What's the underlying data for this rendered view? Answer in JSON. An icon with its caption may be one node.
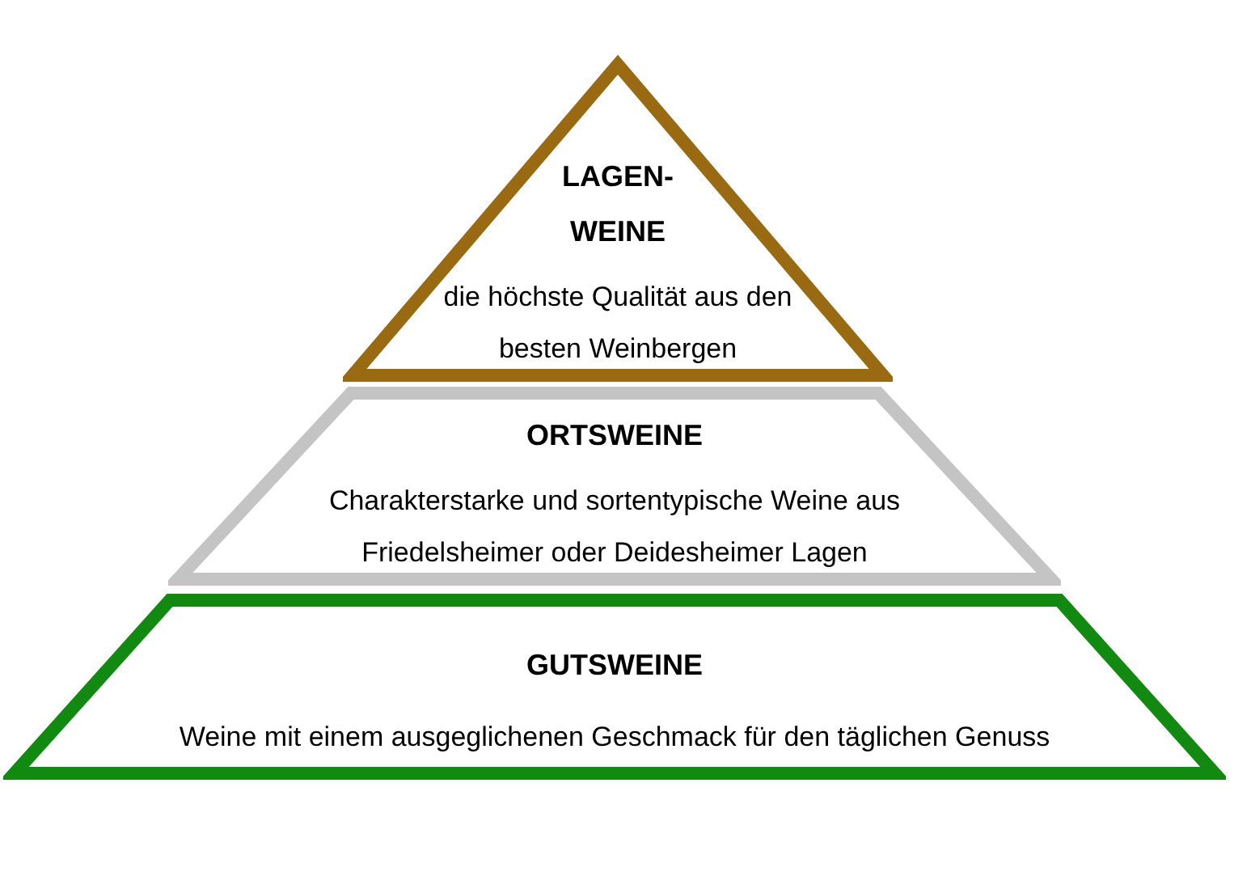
{
  "diagram": {
    "nodes": [
      {
        "text": [
          "LAGEN- WEINE",
          "die höchste Qualität aus den besten Weinbergen"
        ]
      },
      {
        "text": [
          "ORTSWEINE",
          "Charakterstarke und sortentypische Weine aus Friedelsheimer oder Deidesheimer Lagen"
        ]
      },
      {
        "text": [
          "GUTSWEINE",
          "Weine mit einem ausgeglichenen Geschmack für den täglichen Genuss"
        ]
      }
    ]
  }
}
